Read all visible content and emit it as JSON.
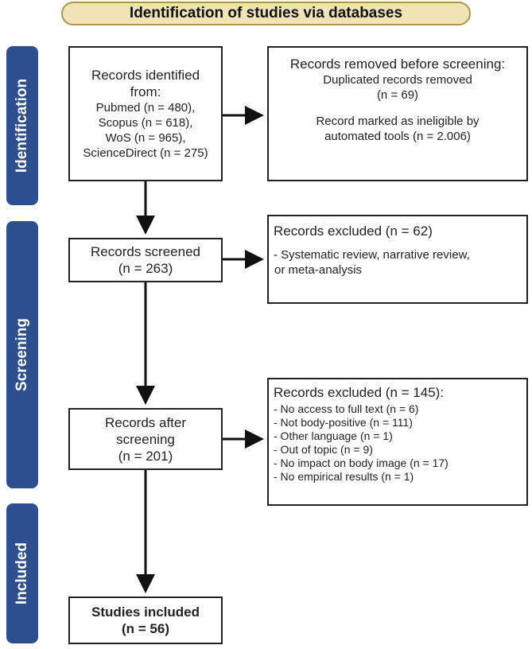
{
  "header": {
    "title": "Identification of studies via databases"
  },
  "stages": {
    "identification": "Identification",
    "screening": "Screening",
    "included": "Included"
  },
  "identified": {
    "title1": "Records identified",
    "title2": "from:",
    "items": [
      "Pubmed (n = 480),",
      "Scopus (n = 618),",
      "WoS (n = 965),",
      "ScienceDirect (n = 275)"
    ]
  },
  "removed": {
    "title": "Records removed before screening:",
    "line1": "Duplicated records removed",
    "line2": "(n = 69)",
    "line3": "Record marked as ineligible by",
    "line4": "automated tools (n = 2.006)"
  },
  "screened": {
    "line1": "Records screened",
    "line2": "(n = 263)"
  },
  "excluded1": {
    "title": "Records excluded  (n = 62)",
    "line1": " - Systematic review, narrative review,",
    "line2": "or meta-analysis"
  },
  "after": {
    "line1": "Records after",
    "line2": "screening",
    "line3": "(n = 201)"
  },
  "excluded2": {
    "title": "Records excluded (n = 145):",
    "items": [
      "- No access to full text (n = 6)",
      "- Not body-positive (n = 111)",
      "- Other language (n = 1)",
      "- Out of topic (n = 9)",
      "- No impact on body image (n = 17)",
      "- No empirical results (n = 1)"
    ]
  },
  "included": {
    "line1": "Studies included",
    "line2": "(n = 56)"
  }
}
